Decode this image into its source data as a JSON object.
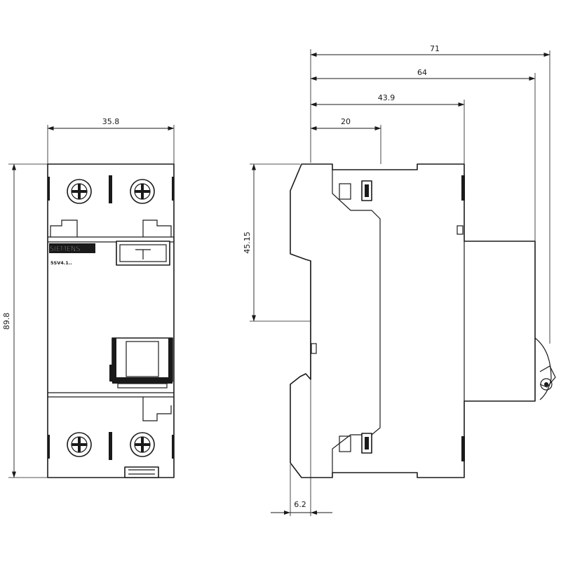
{
  "front_view": {
    "brand": "SIEMENS",
    "model": "5SV4.1..",
    "width_dim": "35.8",
    "height_dim": "89.8"
  },
  "side_view": {
    "dims": {
      "d71": "71",
      "d64": "64",
      "d43": "43.9",
      "d20": "20",
      "d45": "45.15",
      "d6": "6.2"
    }
  },
  "colors": {
    "line": "#1a1a1a",
    "background": "#ffffff"
  }
}
